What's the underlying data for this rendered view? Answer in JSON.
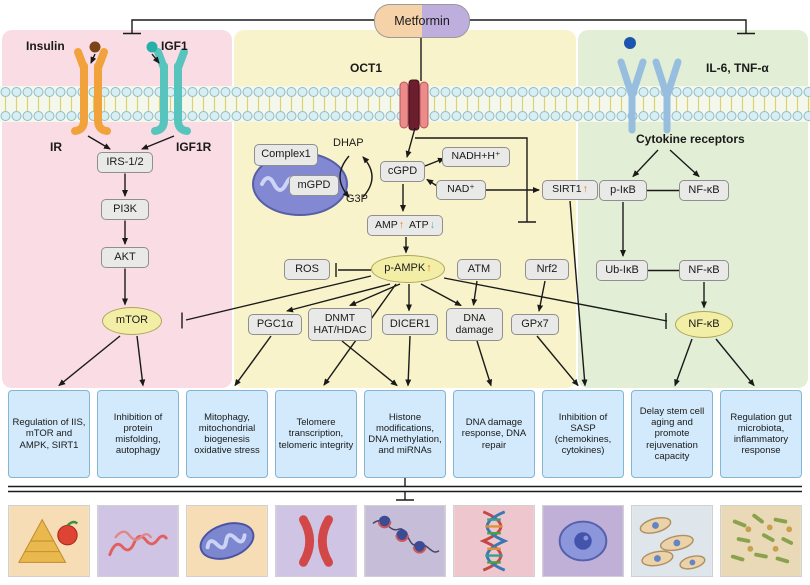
{
  "metformin": "Metformin",
  "left_panel": {
    "insulin": "Insulin",
    "igf1": "IGF1",
    "ir": "IR",
    "igf1r": "IGF1R",
    "irs12": "IRS-1/2",
    "pi3k": "PI3K",
    "akt": "AKT",
    "mtor": "mTOR"
  },
  "middle_panel": {
    "oct1": "OCT1",
    "complex1": "Complex1",
    "mgpd": "mGPD",
    "dhap": "DHAP",
    "g3p": "G3P",
    "cgpd": "cGPD",
    "nadh": "NADH+H⁺",
    "nad": "NAD⁺",
    "sirt1": "SIRT1",
    "up_arrow": "↑",
    "down_arrow": "↓",
    "amp": "AMP",
    "atp": "ATP",
    "ros": "ROS",
    "p_ampk": "p-AMPK",
    "atm": "ATM",
    "nrf2": "Nrf2",
    "pgc1a": "PGC1α",
    "dnmt_hat_hdac": "DNMT HAT/HDAC",
    "dicer1": "DICER1",
    "dna_damage": "DNA damage",
    "gpx7": "GPx7"
  },
  "right_panel": {
    "ligands": "IL-6, TNF-α",
    "receptors": "Cytokine receptors",
    "p_ikb": "p-IκB",
    "nfkb_1": "NF-κB",
    "ub_ikb": "Ub-IκB",
    "nfkb_2": "NF-κB",
    "nfkb_active": "NF-κB"
  },
  "outcomes": [
    "Regulation of IIS, mTOR and AMPK, SIRT1",
    "Inhibition of protein misfolding, autophagy",
    "Mitophagy, mitochondrial biogenesis oxidative stress",
    "Telomere transcription, telomeric integrity",
    "Histone modifications, DNA methylation, and miRNAs",
    "DNA damage response, DNA repair",
    "Inhibition of SASP (chemokines, cytokines)",
    "Delay stem cell aging and promote rejuvenation capacity",
    "Regulation gut microbiota, inflammatory response"
  ],
  "tiles": [
    "healthy-diet-illustration",
    "misfolded-protein-illustration",
    "mitochondria-illustration",
    "chromosome-illustration",
    "nucleosome-illustration",
    "dna-helix-illustration",
    "cell-illustration",
    "stem-cells-illustration",
    "gut-microbiota-illustration"
  ],
  "colors": {
    "panel_pink": "#fadce4",
    "panel_yellow": "#f8f3cb",
    "panel_green": "#e2efd6",
    "outcome_blue": "#d2eafb",
    "node_gray": "#e9e9e7",
    "oval_yellow": "#f3eea6",
    "up_arrow_orange": "#e87a1a",
    "down_arrow_blue": "#45aed2",
    "metformin_left": "#f6d2a8",
    "metformin_right": "#beaede"
  }
}
